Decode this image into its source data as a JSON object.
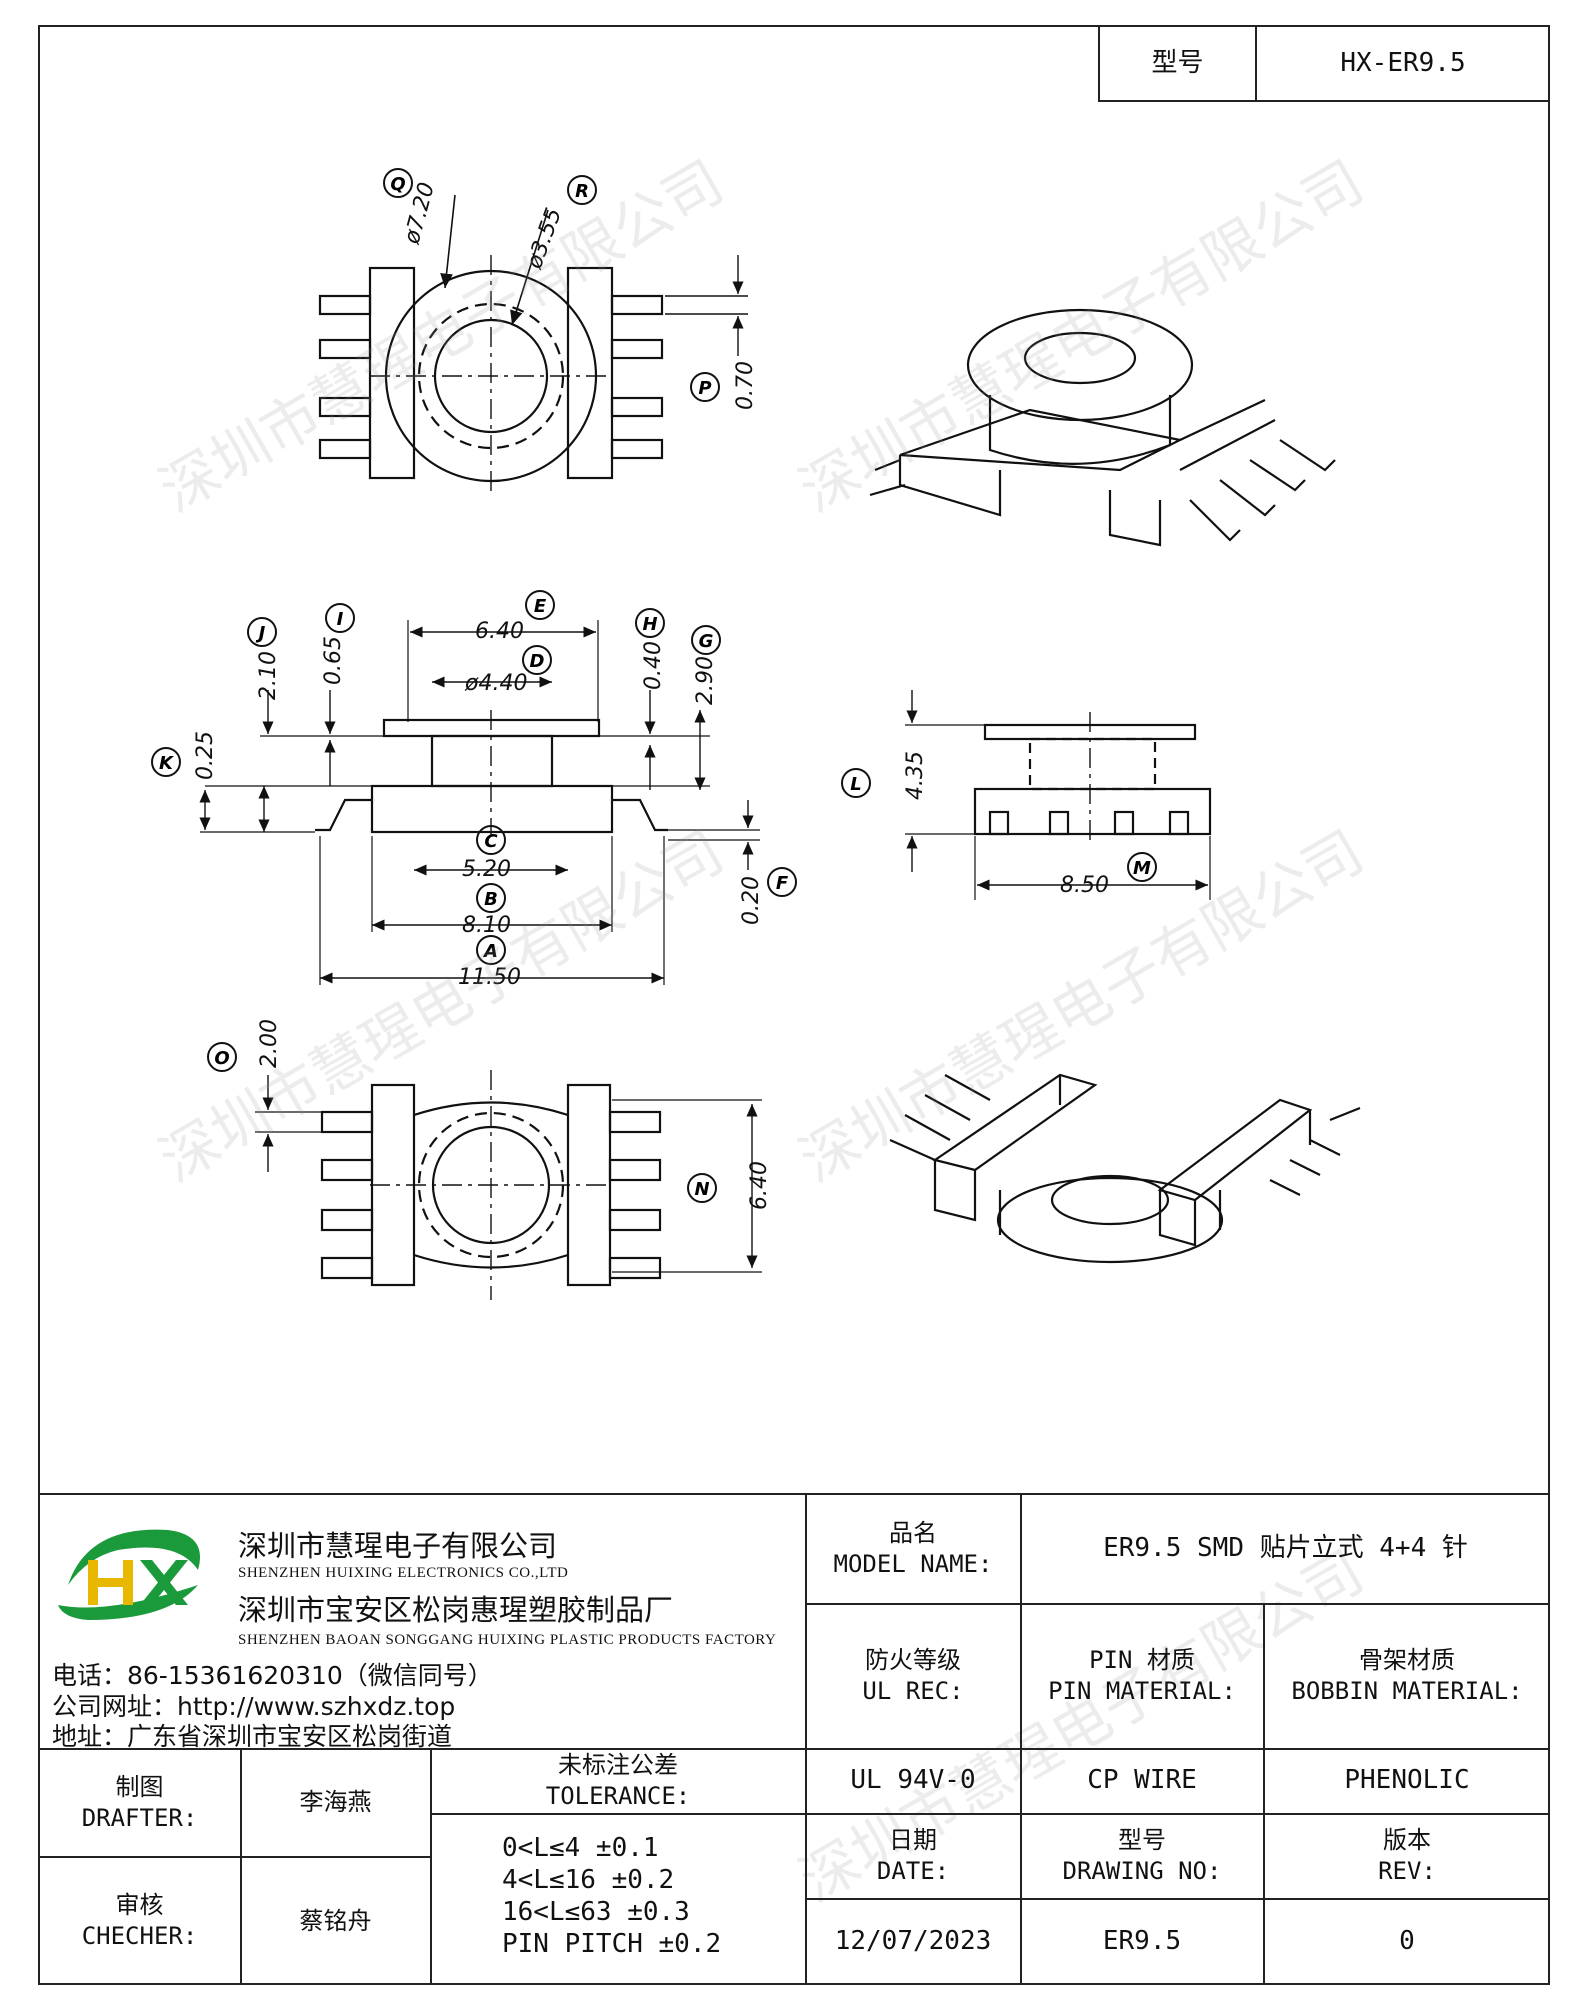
{
  "header": {
    "model_label": "型号",
    "model_value": "HX-ER9.5"
  },
  "drawing": {
    "callouts": [
      "Q",
      "R",
      "P",
      "J",
      "I",
      "E",
      "H",
      "G",
      "D",
      "K",
      "C",
      "F",
      "B",
      "A",
      "L",
      "M",
      "O",
      "N"
    ],
    "dimensions": {
      "Q": "ø7.20",
      "R": "ø3.55",
      "P": "0.70",
      "J": "2.10",
      "I": "0.65",
      "E": "6.40",
      "H": "0.40",
      "G": "2.90",
      "D": "ø4.40",
      "K": "0.25",
      "C": "5.20",
      "F": "0.20",
      "B": "8.10",
      "A": "11.50",
      "L": "4.35",
      "M": "8.50",
      "O": "2.00",
      "N": "6.40"
    },
    "watermark": "深圳市慧瑆电子有限公司"
  },
  "company": {
    "logo_letters": "HX",
    "name_cn": "深圳市慧瑆电子有限公司",
    "name_en": "SHENZHEN HUIXING ELECTRONICS CO.,LTD",
    "factory_cn": "深圳市宝安区松岗惠瑆塑胶制品厂",
    "factory_en": "SHENZHEN BAOAN SONGGANG HUIXING PLASTIC PRODUCTS FACTORY",
    "phone": "电话：86-15361620310（微信同号）",
    "website": "公司网址：http://www.szhxdz.top",
    "address": "地址：广东省深圳市宝安区松岗街道"
  },
  "title_block": {
    "model_name_label_cn": "品名",
    "model_name_label_en": "MODEL NAME:",
    "model_name_value": "ER9.5 SMD 贴片立式 4+4 针",
    "ul_label_cn": "防火等级",
    "ul_label_en": "UL REC:",
    "pin_material_label_cn": "PIN 材质",
    "pin_material_label_en": "PIN MATERIAL:",
    "bobbin_material_label_cn": "骨架材质",
    "bobbin_material_label_en": "BOBBIN MATERIAL:",
    "ul_value": "UL 94V-0",
    "pin_material_value": "CP WIRE",
    "bobbin_material_value": "PHENOLIC",
    "drafter_label_cn": "制图",
    "drafter_label_en": "DRAFTER:",
    "drafter_value": "李海燕",
    "checker_label_cn": "审核",
    "checker_label_en": "CHECHER:",
    "checker_value": "蔡铭舟",
    "tolerance_label_cn": "未标注公差",
    "tolerance_label_en": "TOLERANCE:",
    "tolerances": [
      "0<L≤4  ±0.1",
      "4<L≤16 ±0.2",
      "16<L≤63 ±0.3",
      "PIN PITCH ±0.2"
    ],
    "date_label_cn": "日期",
    "date_label_en": "DATE:",
    "drawing_no_label_cn": "型号",
    "drawing_no_label_en": "DRAWING NO:",
    "rev_label_cn": "版本",
    "rev_label_en": "REV:",
    "date_value": "12/07/2023",
    "drawing_no_value": "ER9.5",
    "rev_value": "0"
  }
}
